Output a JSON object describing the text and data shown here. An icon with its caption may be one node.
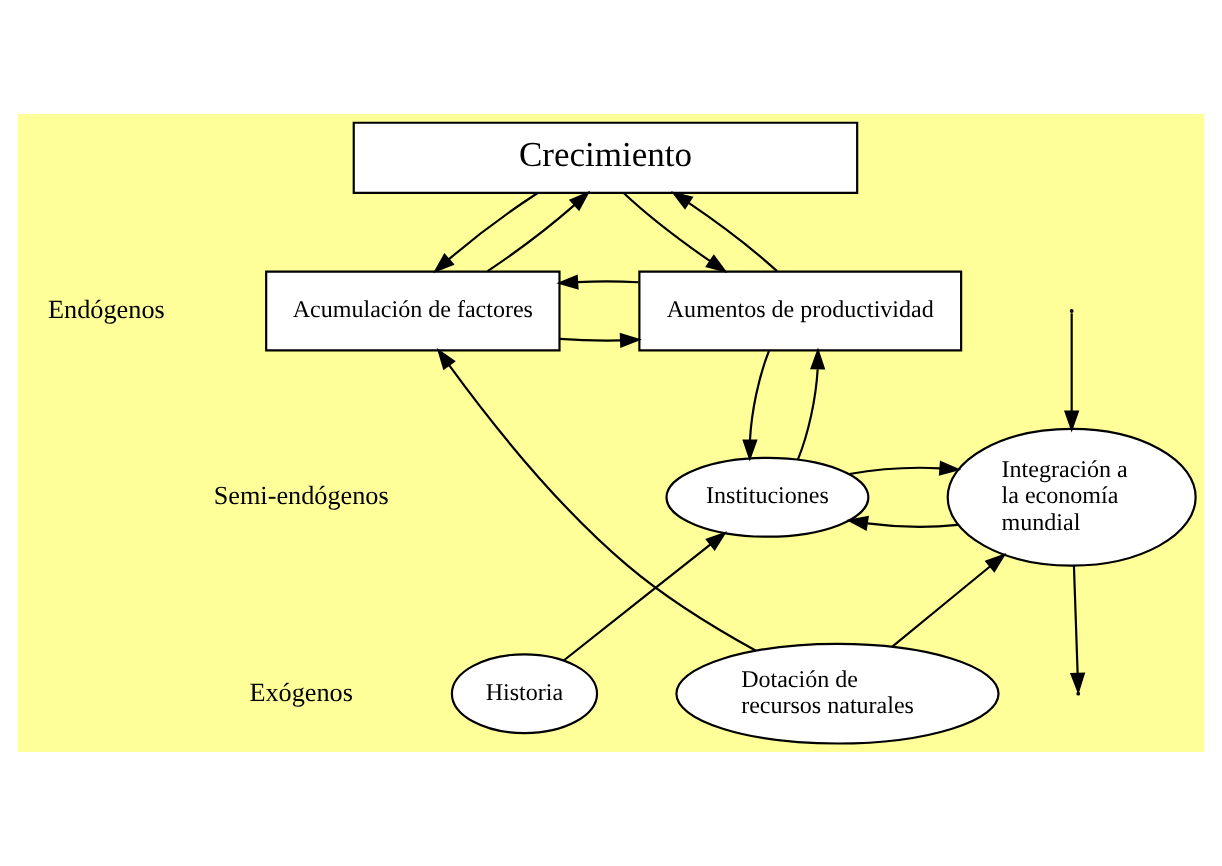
{
  "diagram": {
    "nodes": [
      {
        "text": [
          "Crecimiento"
        ]
      },
      {
        "text": [
          "Acumulación de factores"
        ]
      },
      {
        "text": [
          "Aumentos de productividad"
        ]
      },
      {
        "text": [
          "Integración a la economía mundial"
        ]
      },
      {
        "text": [
          "Instituciones"
        ]
      },
      {
        "text": [
          "Dotación de recursos naturales"
        ]
      },
      {
        "text": [
          "Historia"
        ]
      }
    ],
    "edges": [
      {
        "from": 1,
        "to": 0,
        "arrow": "to"
      },
      {
        "from": 0,
        "to": 1,
        "arrow": "to"
      },
      {
        "from": 0,
        "to": 2,
        "arrow": "to"
      },
      {
        "from": 2,
        "to": 0,
        "arrow": "to"
      },
      {
        "from": 1,
        "to": 2,
        "arrow": "to"
      },
      {
        "from": 2,
        "to": 1,
        "arrow": "to"
      },
      {
        "from": 3,
        "to": null,
        "arrow": "to"
      },
      {
        "from": null,
        "to": 3,
        "arrow": "to"
      },
      {
        "from": 4,
        "to": 2,
        "arrow": "to"
      },
      {
        "from": 2,
        "to": 4,
        "arrow": "to"
      },
      {
        "from": 3,
        "to": 4,
        "arrow": "to"
      },
      {
        "from": 4,
        "to": 3,
        "arrow": "to"
      },
      {
        "from": 5,
        "to": 1,
        "arrow": "to"
      },
      {
        "from": 5,
        "to": 3,
        "arrow": "to"
      },
      {
        "from": 6,
        "to": 4,
        "arrow": "to"
      }
    ],
    "labels": [
      "Endógenos",
      "Semi-endógenos",
      "Exógenos"
    ]
  }
}
